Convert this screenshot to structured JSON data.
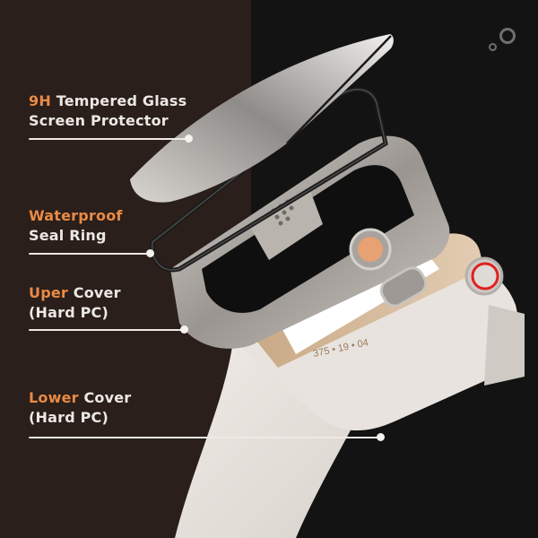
{
  "background": {
    "left_panel_color": "#2a1f1a",
    "right_panel_color": "#131313",
    "accent_color": "#e98a45",
    "text_color": "#ece8e4"
  },
  "labels": [
    {
      "accent": "9H",
      "rest_line1": " Tempered Glass",
      "line2": "Screen Protector"
    },
    {
      "accent": "Waterproof",
      "rest_line1": "",
      "line2": "Seal Ring"
    },
    {
      "accent": "Uper",
      "rest_line1": " Cover",
      "line2": "(Hard PC)"
    },
    {
      "accent": "Lower",
      "rest_line1": " Cover",
      "line2": "(Hard PC)"
    }
  ],
  "watch": {
    "dial_text": "375 • 19 • 04",
    "crown_ring_color": "#e02020"
  }
}
